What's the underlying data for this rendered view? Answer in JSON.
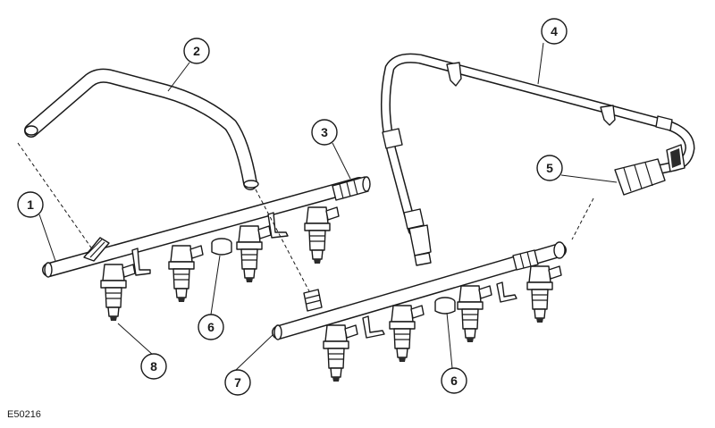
{
  "reference_code": "E50216",
  "callouts": [
    {
      "label": "1"
    },
    {
      "label": "2"
    },
    {
      "label": "3"
    },
    {
      "label": "4"
    },
    {
      "label": "5"
    },
    {
      "label": "6"
    },
    {
      "label": "6"
    },
    {
      "label": "7"
    },
    {
      "label": "8"
    }
  ]
}
